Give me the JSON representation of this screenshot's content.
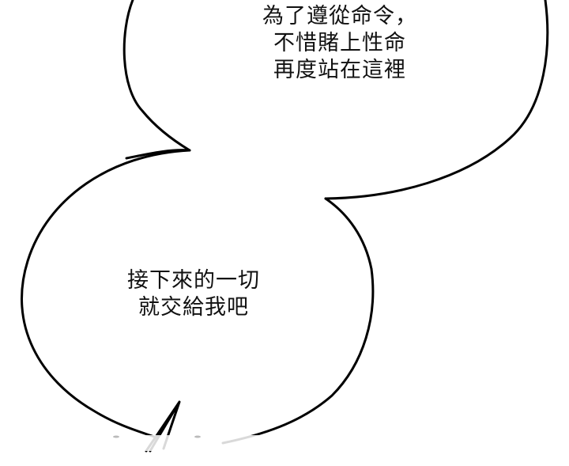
{
  "panel": {
    "background": "#ffffff",
    "stroke_color": "#000000"
  },
  "bubbles": {
    "top": {
      "lines": [
        "為了遵從命令，",
        "不惜賭上性命",
        "再度站在這裡"
      ]
    },
    "bottom": {
      "lines": [
        "接下來的一切",
        "就交給我吧"
      ]
    }
  }
}
